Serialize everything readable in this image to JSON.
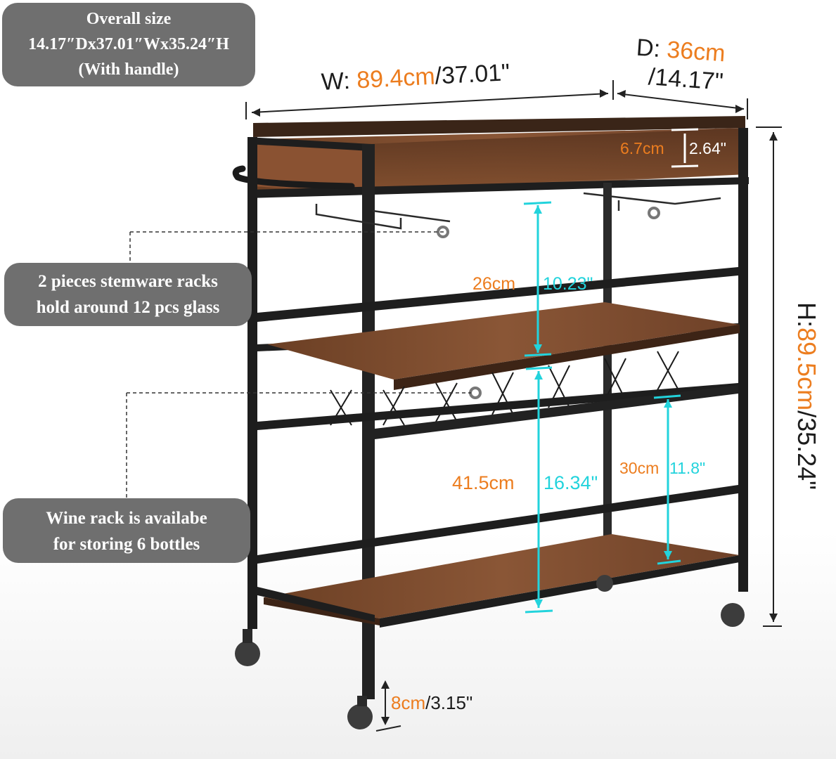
{
  "callouts": {
    "overall": {
      "line1": "Overall size",
      "line2": "14.17″Dx37.01″Wx35.24″H",
      "line3": "(With handle)"
    },
    "stemware": {
      "line1": "2 pieces stemware racks",
      "line2": "hold around 12 pcs glass"
    },
    "wine": {
      "line1": "Wine rack is availabe",
      "line2": "for storing 6 bottles"
    }
  },
  "dimensions": {
    "width": {
      "prefix": "W: ",
      "metric": "89.4cm",
      "imperial": "/37.01\""
    },
    "depth": {
      "prefix": "D: ",
      "metric": "36cm",
      "imperial": "/14.17\""
    },
    "height": {
      "prefix": "H:",
      "metric": "89.5cm",
      "imperial": "/35.24\""
    },
    "tray_rim": {
      "metric": "6.7cm",
      "imperial": "2.64\""
    },
    "upper_gap": {
      "metric": "26cm",
      "imperial": "10.23\""
    },
    "lower_gap": {
      "metric": "41.5cm",
      "imperial": "16.34\""
    },
    "bottom_gap": {
      "metric": "30cm",
      "imperial": "11.8\""
    },
    "ground_clearance": {
      "metric": "8cm",
      "imperial": "/3.15\""
    }
  },
  "colors": {
    "metric": "#ec7d1f",
    "guide": "#22d3dc",
    "callout_bg": "#6f6f6f",
    "frame": "#1e1e1e",
    "wood": "#7a4a2c"
  }
}
